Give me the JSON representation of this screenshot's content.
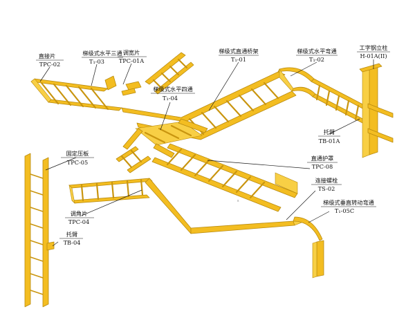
{
  "labels": [
    {
      "id": "tpc02",
      "name": "直接片",
      "code": "TPC-02"
    },
    {
      "id": "t103",
      "name": "梯级式水平三通",
      "code": "T₁-03"
    },
    {
      "id": "tpc01a",
      "name": "调宽片",
      "code": "TPC-01A"
    },
    {
      "id": "t101",
      "name": "梯级式直通桥架",
      "code": "T₁-01"
    },
    {
      "id": "t102",
      "name": "梯级式水平弯通",
      "code": "T₁-02"
    },
    {
      "id": "h01a",
      "name": "工字钢立柱",
      "code": "H-01A(II)"
    },
    {
      "id": "t104",
      "name": "梯级式水平四通",
      "code": "T₁-04"
    },
    {
      "id": "tb01a",
      "name": "托臂",
      "code": "TB-01A"
    },
    {
      "id": "tpc05",
      "name": "固定压板",
      "code": "TPC-05"
    },
    {
      "id": "tpc08",
      "name": "直通护罩",
      "code": "TPC-08"
    },
    {
      "id": "ts02",
      "name": "连接螺栓",
      "code": "TS-02"
    },
    {
      "id": "t105c",
      "name": "梯级式垂直转动弯通",
      "code": "T₁-05C"
    },
    {
      "id": "tpc04",
      "name": "调角片",
      "code": "TPC-04"
    },
    {
      "id": "tb04",
      "name": "托臂",
      "code": "TB-04"
    }
  ],
  "mark_text": "ɛ"
}
